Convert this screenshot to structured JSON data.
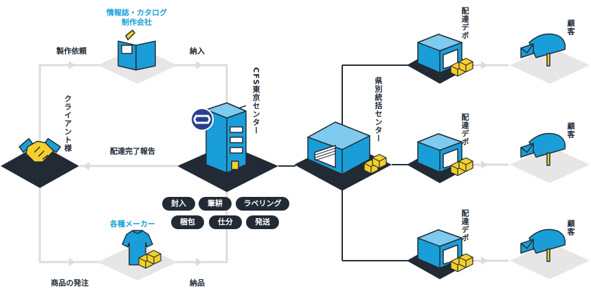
{
  "labels": {
    "magazine": [
      "情報誌・カタログ",
      "制作会社"
    ],
    "production_request": "製作依頼",
    "delivery_in_top": "納入",
    "client": "クライアント様",
    "delivery_complete": "配達完了報告",
    "cfs": "CFS東京センター",
    "makers": "各種メーカー",
    "product_order": "商品の発注",
    "delivery_in_bottom": "納品",
    "prefecture_center": "県別統括センター",
    "depots": [
      "配達デポ",
      "配達デポ",
      "配達デポ"
    ],
    "customers": [
      "顧客",
      "顧客",
      "顧客"
    ]
  },
  "services": [
    "封入",
    "筆耕",
    "ラベリング",
    "梱包",
    "仕分",
    "発送"
  ],
  "icons": [
    "handshake-icon",
    "magazine-icon",
    "tshirt-icon",
    "cfs-building-icon",
    "cfs-logo-icon",
    "warehouse-icon",
    "depot-icon",
    "mailbox-icon",
    "boxes-icon"
  ],
  "colors": {
    "accent": "#1a9ed9",
    "dark": "#222b35",
    "line": "#dcdcdc",
    "box": "#f5cf2a"
  }
}
